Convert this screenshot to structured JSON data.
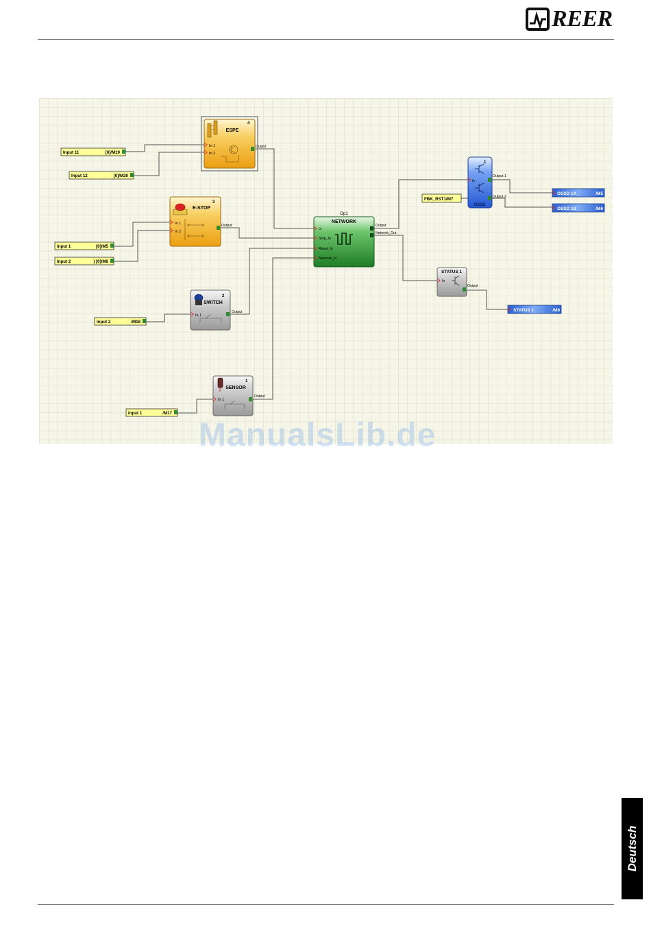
{
  "header": {
    "brand": "REER"
  },
  "footer_tab": {
    "language": "Deutsch"
  },
  "watermark": "ManualsLib.de",
  "colors": {
    "grid_bg": "#f5f5e8",
    "grid_line": "#dcdcc4",
    "input_tag": "#ffff99",
    "output_tag": "#3a78e0",
    "espe_block": "#f3b12b",
    "network_block": "#2f9a36",
    "ossd_block": "#3f7ff0",
    "gray_block": "#b8b8b8",
    "wire": "#555555",
    "port_out": "#2e8b2e",
    "port_in": "#d33333"
  },
  "diagram": {
    "inputs": [
      {
        "label": "Input 11",
        "code": "[0]/M19"
      },
      {
        "label": "Input 12",
        "code": "[0]/M20"
      },
      {
        "label": "Input 1",
        "code": "[0]/M5"
      },
      {
        "label": "Input 2",
        "code": ") [0]/M6"
      },
      {
        "label": "Input 2",
        "code": "/M18"
      },
      {
        "label": "Input 1",
        "code": "/M17"
      },
      {
        "label": "FBK_RST1/M7",
        "code": ""
      }
    ],
    "outputs": [
      {
        "label": "OSSD 1A",
        "code": "/M5"
      },
      {
        "label": "OSSD 1B",
        "code": "/M6"
      },
      {
        "label": "STATUS 1",
        "code": "/M8"
      }
    ],
    "blocks": {
      "espe": {
        "title": "ESPE",
        "num": "4",
        "in1": "In 1",
        "in2": "In 2",
        "out": "Output"
      },
      "estop": {
        "title": "E-STOP",
        "num": "3",
        "in1": "In 1",
        "in2": "In 2",
        "out": "Output"
      },
      "switch": {
        "title": "SWITCH",
        "num": "2",
        "in1": "In 1",
        "out": "Output"
      },
      "sensor": {
        "title": "SENSOR",
        "num": "1",
        "in1": "In 1",
        "out": "Output"
      },
      "network": {
        "caption": "Op1",
        "title": "NETWORK",
        "in": "In",
        "stop": "Stop_In",
        "reset": "Reset_In",
        "netin": "Network_In",
        "out": "Output",
        "netout": "Network_Out"
      },
      "ossd": {
        "title": "OSSD",
        "num": "1",
        "in": "In",
        "out1": "Output 1",
        "out2": "Output 2"
      },
      "status": {
        "title": "STATUS 1",
        "in": "In",
        "out": "Output"
      }
    }
  }
}
